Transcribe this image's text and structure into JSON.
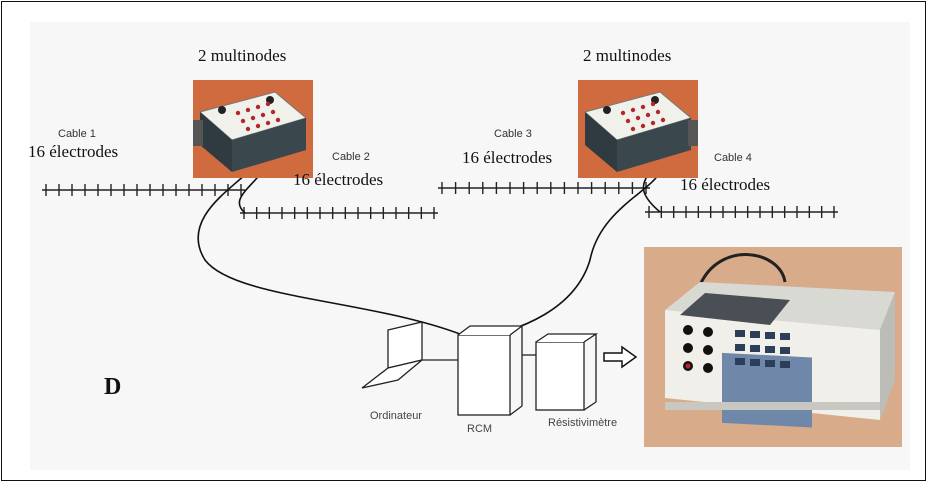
{
  "figure_label": "D",
  "multinodes_left": "2 multinodes",
  "multinodes_right": "2 multinodes",
  "cables": [
    {
      "name": "Cable  1",
      "electrodes": "16 électrodes"
    },
    {
      "name": "Cable 2",
      "electrodes": "16 électrodes"
    },
    {
      "name": "Cable 3",
      "electrodes": "16 électrodes"
    },
    {
      "name": "Cable  4",
      "electrodes": "16 électrodes"
    }
  ],
  "devices": {
    "computer": "Ordinateur",
    "rcm": "RCM",
    "resistivity_meter": "Résistivimètre"
  },
  "colors": {
    "box_top": "#f2f2ee",
    "box_body": "#2e3a40",
    "photo_bg": "#c9603a",
    "meter_bg": "#d9ad8c",
    "meter_panel": "#6e87a8"
  }
}
